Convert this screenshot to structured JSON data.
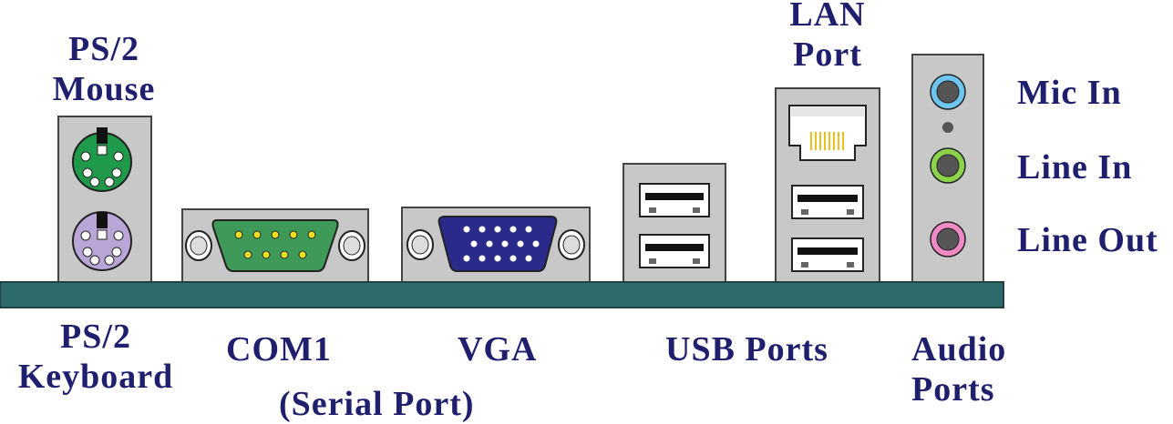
{
  "labels": {
    "ps2_mouse": [
      "PS/2",
      "Mouse"
    ],
    "ps2_keyboard": [
      "PS/2",
      "Keyboard"
    ],
    "com1": "COM1",
    "serial_port": "(Serial Port)",
    "vga": "VGA",
    "usb_ports": "USB Ports",
    "lan_port": [
      "LAN",
      "Port"
    ],
    "mic_in": "Mic In",
    "line_in": "Line In",
    "line_out": "Line Out",
    "audio_ports": [
      "Audio",
      "Ports"
    ]
  },
  "colors": {
    "text": "#1f1f6e",
    "board": "#2f6a6a",
    "bracket": "#c8c8c8",
    "ps2_mouse": "#1f9a4a",
    "ps2_keyboard": "#b9a6d6",
    "com": "#3f9a5a",
    "com_pins": "#f0e020",
    "vga": "#2a2a8a",
    "mic": "#6ec6f0",
    "line_in": "#8cd24a",
    "line_out": "#f08ac6"
  }
}
